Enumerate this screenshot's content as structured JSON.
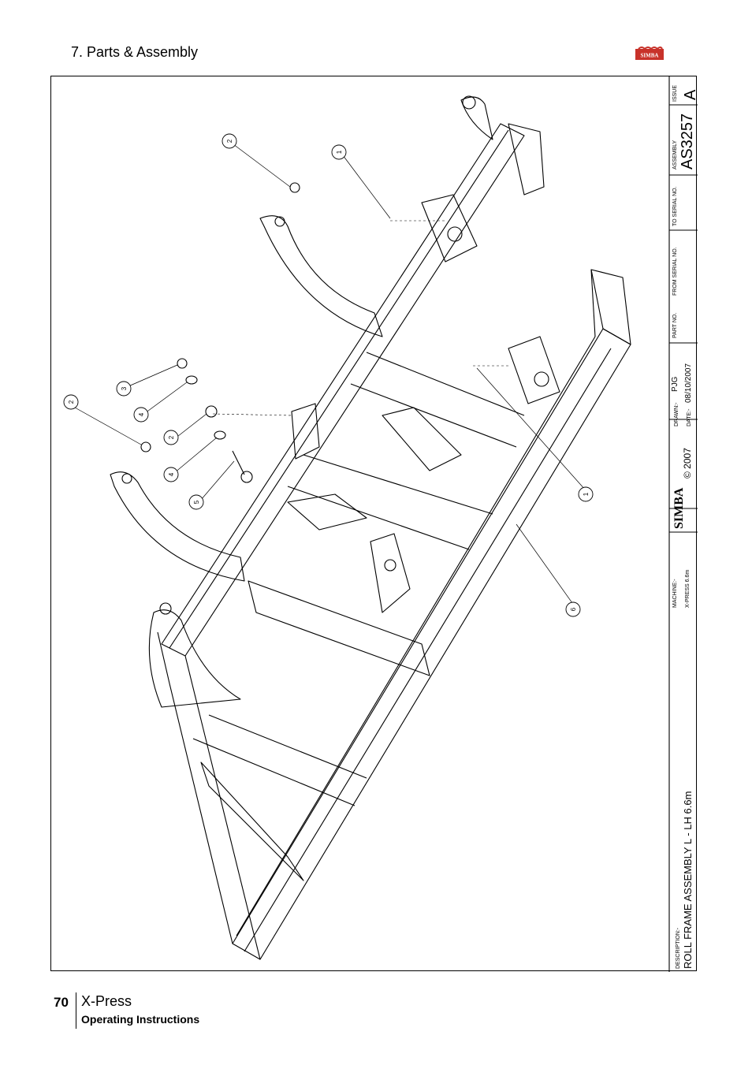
{
  "header": {
    "section_title": "7. Parts & Assembly",
    "logo_text": "SIMBA"
  },
  "footer": {
    "page_number": "70",
    "product": "X-Press",
    "subtitle": "Operating Instructions"
  },
  "title_block": {
    "description_label": "DESCRIPTION:-",
    "description": "ROLL FRAME ASSEMBLY L - LH 6.6m",
    "machine_label": "MACHINE:-",
    "machine": "X-PRESS 6.6m",
    "company": "SIMBA",
    "copyright": "© 2007",
    "drawn_label": "DRAWN:-",
    "drawn": "PJG",
    "date_label": "DATE:-",
    "date": "08/10/2007",
    "part_no_label": "PART NO.",
    "from_serial_label": "FROM SERIAL NO.",
    "to_serial_label": "TO SERIAL NO.",
    "assembly_label": "ASSEMBLY",
    "assembly": "AS3257",
    "issue_label": "ISSUE",
    "issue": "A"
  },
  "balloons": [
    "1",
    "1",
    "2",
    "2",
    "2",
    "3",
    "4",
    "4",
    "5",
    "6"
  ]
}
